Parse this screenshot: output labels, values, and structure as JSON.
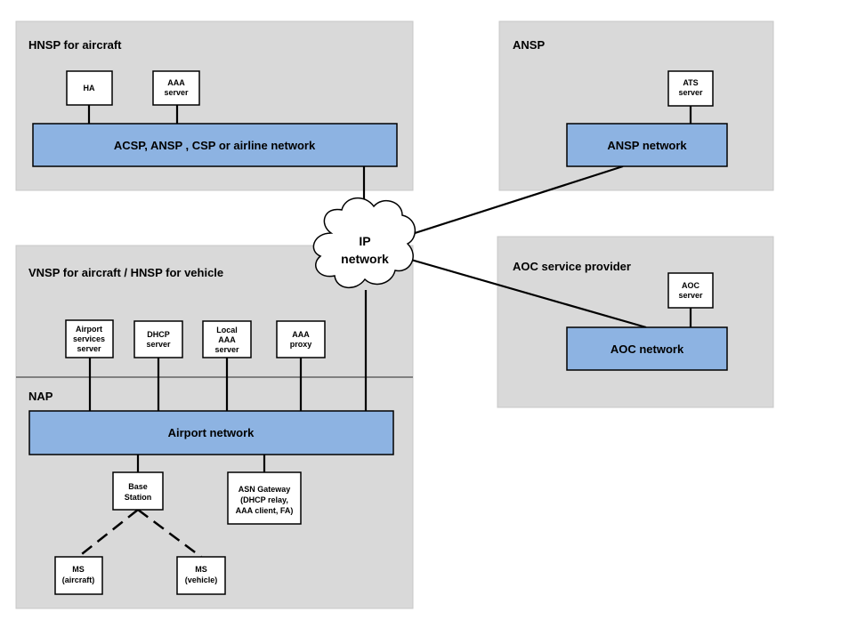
{
  "regions": {
    "hnsp_aircraft": "HNSP for aircraft",
    "ansp": "ANSP",
    "vnsp": "VNSP for aircraft / HNSP for vehicle",
    "nap": "NAP",
    "aoc": "AOC service provider"
  },
  "networks": {
    "acsp": "ACSP,  ANSP , CSP or airline network",
    "ansp": "ANSP network",
    "aoc": "AOC network",
    "airport": "Airport network",
    "ip": [
      "IP",
      "network"
    ]
  },
  "nodes": {
    "ha": [
      "HA"
    ],
    "aaa_server": [
      "AAA",
      "server"
    ],
    "ats_server": [
      "ATS",
      "server"
    ],
    "aoc_server": [
      "AOC",
      "server"
    ],
    "airport_services": [
      "Airport",
      "services",
      "server"
    ],
    "dhcp": [
      "DHCP",
      "server"
    ],
    "local_aaa": [
      "Local",
      "AAA",
      "server"
    ],
    "aaa_proxy": [
      "AAA",
      "proxy"
    ],
    "base_station": [
      "Base",
      "Station"
    ],
    "asn_gateway": [
      "ASN Gateway",
      "(DHCP relay,",
      "AAA client, FA)"
    ],
    "ms_aircraft": [
      "MS",
      "(aircraft)"
    ],
    "ms_vehicle": [
      "MS",
      "(vehicle)"
    ]
  }
}
